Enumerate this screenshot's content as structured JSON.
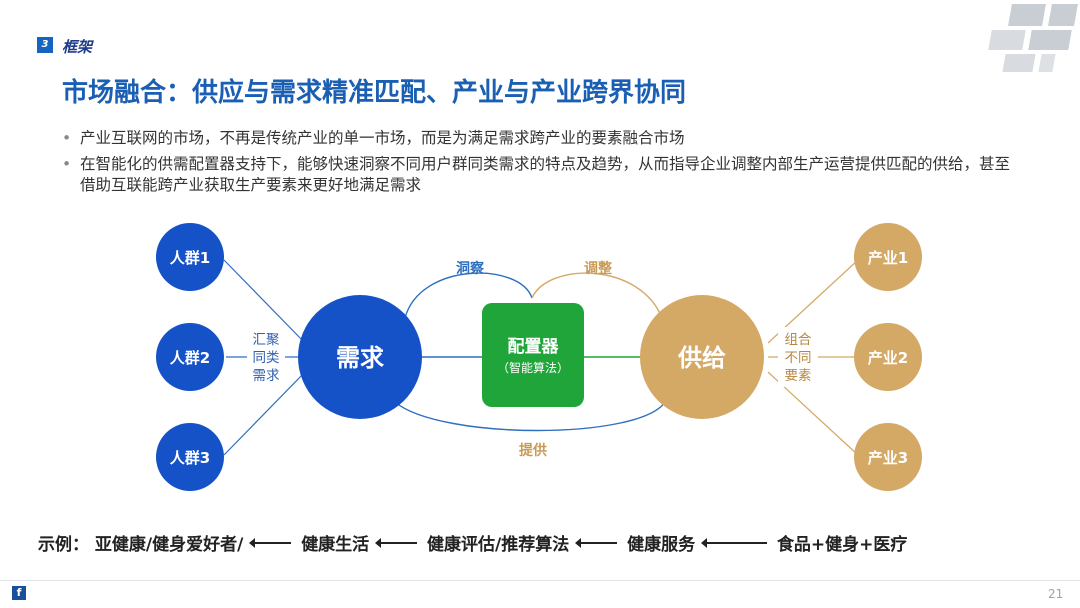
{
  "header": {
    "section_number": "3",
    "section_label": "框架",
    "title": "市场融合：供应与需求精准匹配、产业与产业跨界协同"
  },
  "bullets": [
    "产业互联网的市场，不再是传统产业的单一市场，而是为满足需求跨产业的要素融合市场",
    "在智能化的供需配置器支持下，能够快速洞察不同用户群同类需求的特点及趋势，从而指导企业调整内部生产运营提供匹配的供给，甚至借助互联能跨产业获取生产要素来更好地满足需求"
  ],
  "diagram": {
    "left_nodes": [
      "人群1",
      "人群2",
      "人群3"
    ],
    "left_label": [
      "汇聚",
      "同类",
      "需求"
    ],
    "demand": "需求",
    "configurator_title": "配置器",
    "configurator_subtitle": "（智能算法）",
    "supply": "供给",
    "right_label": [
      "组合",
      "不同",
      "要素"
    ],
    "right_nodes": [
      "产业1",
      "产业2",
      "产业3"
    ],
    "arc_insight": "洞察",
    "arc_adjust": "调整",
    "arc_provide": "提供",
    "colors": {
      "blue": "#1652c7",
      "green": "#1fa539",
      "gold": "#d4a865",
      "arc": "#2f6fbf"
    }
  },
  "example": {
    "label": "示例：",
    "items": [
      "亚健康/健身爱好者/",
      "健康生活",
      "健康评估/推荐算法",
      "健康服务",
      "食品+健身+医疗"
    ]
  },
  "footer": {
    "page_number": "21",
    "logo_icon": "company-logo-icon"
  }
}
